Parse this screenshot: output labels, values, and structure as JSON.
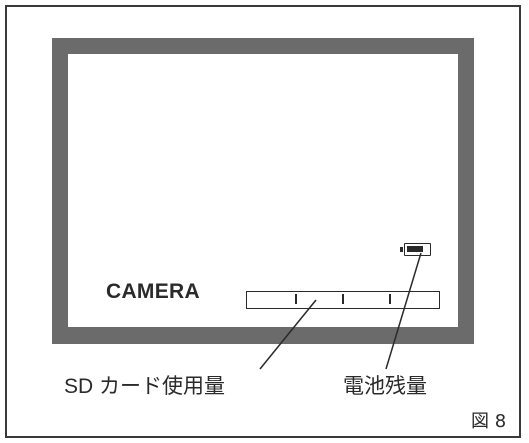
{
  "screen": {
    "mode_label": "CAMERA"
  },
  "indicators": {
    "sd_usage": {
      "segments": 4,
      "used_segments": 0
    },
    "battery": {
      "level": 0.75
    }
  },
  "captions": {
    "sd_card": "SD カード使用量",
    "battery": "電池残量"
  },
  "figure_number": "図 8",
  "colors": {
    "bezel": "#6b6b6b",
    "line": "#2a2a2a",
    "background": "#ffffff"
  }
}
